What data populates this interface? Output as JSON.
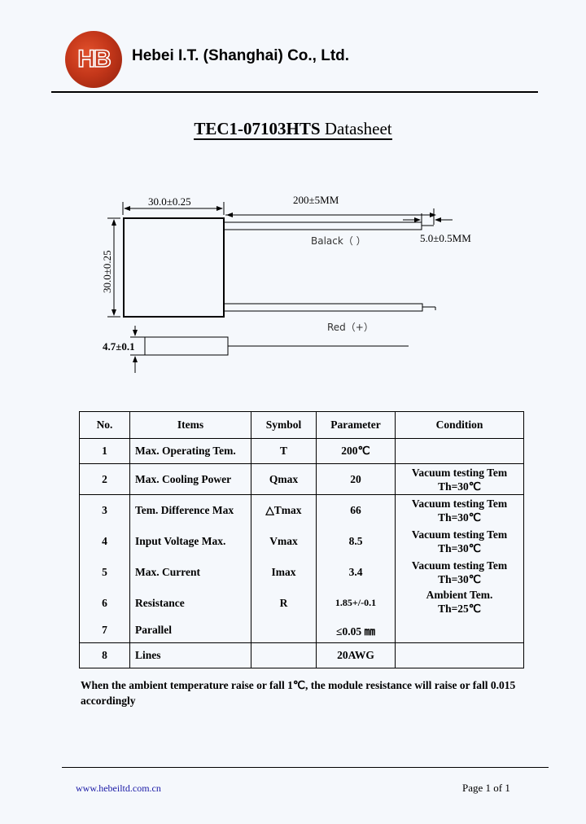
{
  "header": {
    "logo_text": "HB",
    "company_name": "Hebei I.T. (Shanghai) Co., Ltd."
  },
  "title": {
    "model": "TEC1-07103HTS",
    "suffix": " Datasheet"
  },
  "drawing": {
    "width_dim": "30.0±0.25",
    "height_dim": "30.0±0.25",
    "lead_length_dim": "200±5MM",
    "lead_strip_dim": "5.0±0.5MM",
    "thickness_dim": "4.7±0.1",
    "black_wire_label": "Balack（ ）",
    "red_wire_label": "Red（+）"
  },
  "table": {
    "headers": [
      "No.",
      "Items",
      "Symbol",
      "Parameter",
      "Condition"
    ],
    "rows": [
      {
        "no": "1",
        "item": "Max. Operating Tem.",
        "symbol": "T",
        "parameter": "200℃",
        "condition_1": "",
        "condition_2": ""
      },
      {
        "no": "2",
        "item": "Max. Cooling Power",
        "symbol": "Qmax",
        "parameter": "20",
        "condition_1": "Vacuum testing Tem",
        "condition_2": "Th=30℃"
      },
      {
        "no": "3",
        "item": "Tem. Difference Max",
        "symbol": "△Tmax",
        "parameter": "66",
        "condition_1": "Vacuum testing Tem",
        "condition_2": "Th=30℃"
      },
      {
        "no": "4",
        "item": "Input Voltage Max.",
        "symbol": "Vmax",
        "parameter": "8.5",
        "condition_1": "Vacuum testing Tem",
        "condition_2": "Th=30℃"
      },
      {
        "no": "5",
        "item": "Max. Current",
        "symbol": "Imax",
        "parameter": "3.4",
        "condition_1": "Vacuum testing Tem",
        "condition_2": "Th=30℃"
      },
      {
        "no": "6",
        "item": "Resistance",
        "symbol": "R",
        "parameter": "1.85+/-0.1",
        "condition_1": "Ambient Tem.",
        "condition_2": "Th=25℃"
      },
      {
        "no": "7",
        "item": "Parallel",
        "symbol": "",
        "parameter": "≤0.05 ㎜",
        "condition_1": "",
        "condition_2": ""
      },
      {
        "no": "8",
        "item": "Lines",
        "symbol": "",
        "parameter": "20AWG",
        "condition_1": "",
        "condition_2": ""
      }
    ]
  },
  "note": "When the ambient temperature raise or fall 1℃,   the module resistance will raise or fall 0.015 accordingly",
  "footer": {
    "website": "www.hebeiltd.com.cn",
    "page_label": "Page  1  of  1"
  }
}
